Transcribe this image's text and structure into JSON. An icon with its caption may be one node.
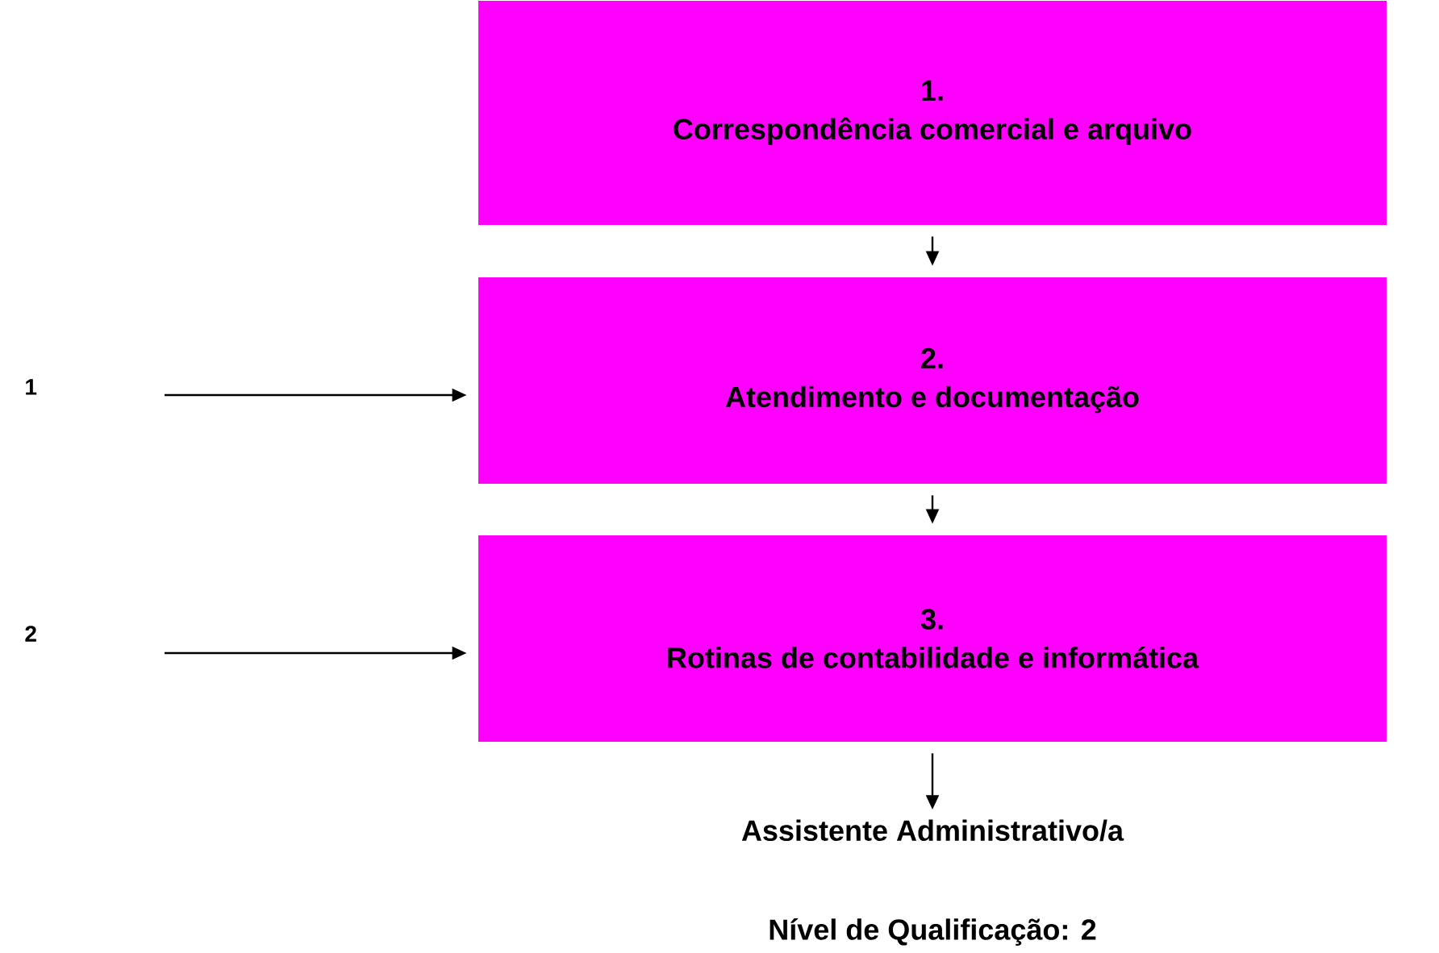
{
  "diagram": {
    "nodes": [
      {
        "text": [
          "1.",
          "Correspondência comercial e arquivo"
        ]
      },
      {
        "text": [
          "2.",
          "Atendimento e documentação"
        ]
      },
      {
        "text": [
          "3.",
          "Rotinas de contabilidade e informática"
        ]
      },
      {
        "text": [
          "Assistente Administrativo/a"
        ]
      }
    ],
    "edges": [
      {
        "from": 0,
        "to": 1,
        "arrow": "to"
      },
      {
        "from": 1,
        "to": 2,
        "arrow": "to"
      },
      {
        "from": 2,
        "to": 3,
        "arrow": "to"
      },
      {
        "from": null,
        "to": 1,
        "arrow": "to"
      },
      {
        "from": null,
        "to": 2,
        "arrow": "to"
      }
    ],
    "labels": [
      "1",
      "2",
      "Nível de Qualificação: 2"
    ]
  }
}
